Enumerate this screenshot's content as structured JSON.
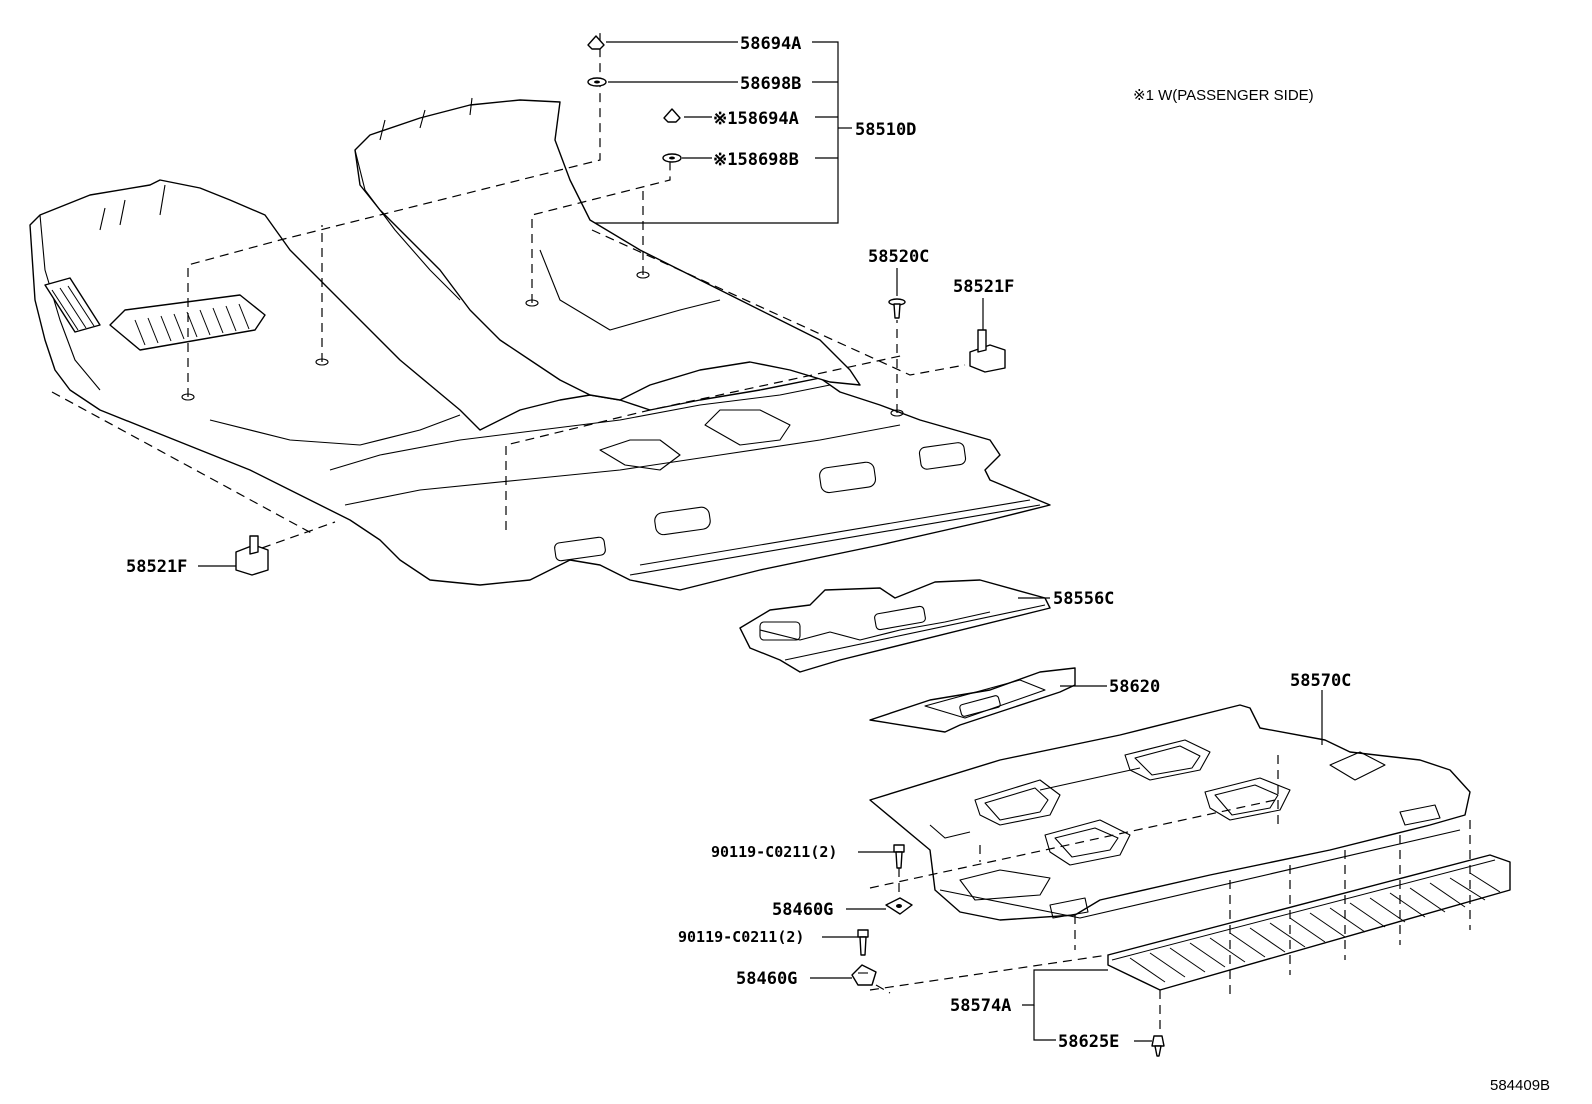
{
  "legend_note": "※1 W(PASSENGER SIDE)",
  "diagram_ref": "584409B",
  "labels": {
    "p58694A_top": "58694A",
    "p58698B_top": "58698B",
    "p58694A_ps": "※158694A",
    "p58698B_ps": "※158698B",
    "p58510D": "58510D",
    "p58520C": "58520C",
    "p58521F_right": "58521F",
    "p58521F_left": "58521F",
    "p58556C": "58556C",
    "p58620": "58620",
    "p58570C": "58570C",
    "p90119_upper": "90119-C0211(2)",
    "p58460G_upper": "58460G",
    "p90119_lower": "90119-C0211(2)",
    "p58460G_lower": "58460G",
    "p58574A": "58574A",
    "p58625E": "58625E"
  }
}
